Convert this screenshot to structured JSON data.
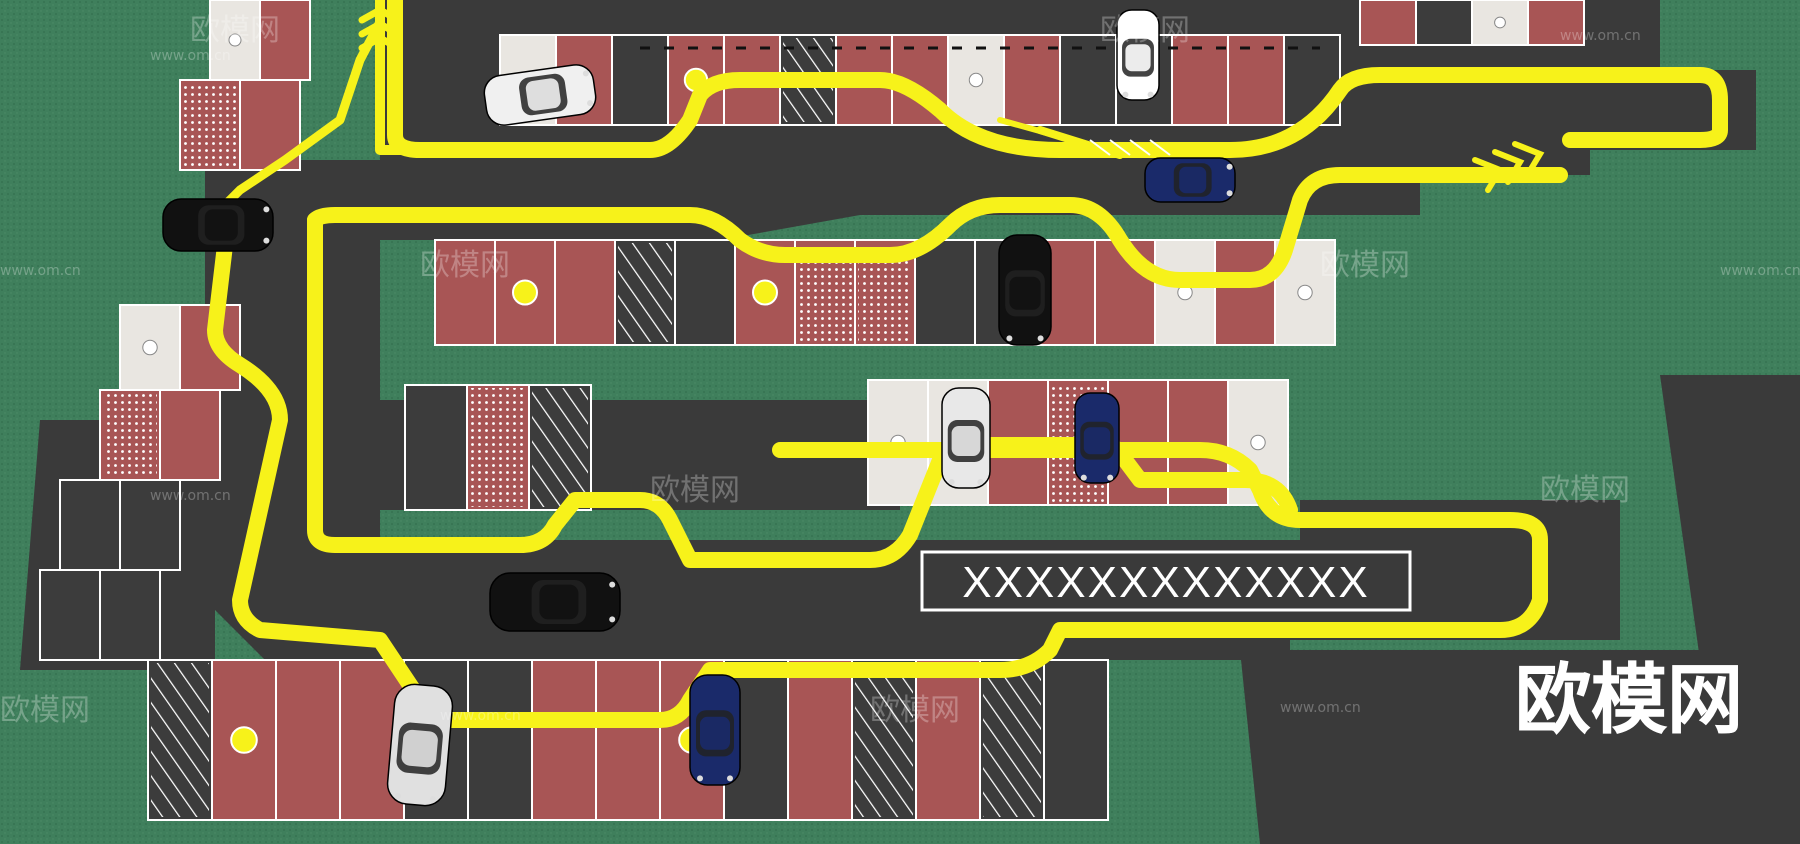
{
  "scene": {
    "road_marking_text": "XXXXXXXXXXXXX",
    "watermarks": [
      "欧模网",
      "www.om.cn"
    ],
    "colors": {
      "grass": "#3f7f5c",
      "grass_dots": "#2f6a4a",
      "asphalt": "#3a3a3a",
      "asphalt_edge": "#2a2a2a",
      "stall_red": "#a85555",
      "stall_gray": "#3c3c3c",
      "stall_white": "#e9e6e1",
      "path_yellow": "#f7f21a",
      "line_white": "#ffffff"
    },
    "icons": [
      "arrow-chevron-icon",
      "car-icon",
      "dot-marker-icon",
      "logo-watermark"
    ],
    "car_colors": [
      "#111111",
      "#f0f0f0",
      "#1a2a6a",
      "#111111",
      "#e8e8e8",
      "#1a2a6a",
      "#e0e0e0",
      "#111111",
      "#ffffff",
      "#ffffff",
      "#1a2a6a"
    ]
  }
}
